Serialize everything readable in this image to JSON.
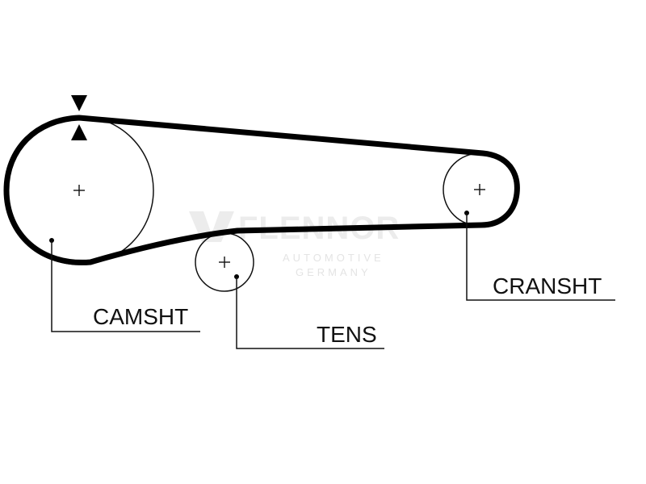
{
  "watermark": {
    "brand": "FLENNOR",
    "line1": "AUTOMOTIVE",
    "line2": "GERMANY"
  },
  "labels": {
    "camshaft": "CAMSHT",
    "tensioner": "TENS",
    "crankshaft": "CRANSHT"
  }
}
